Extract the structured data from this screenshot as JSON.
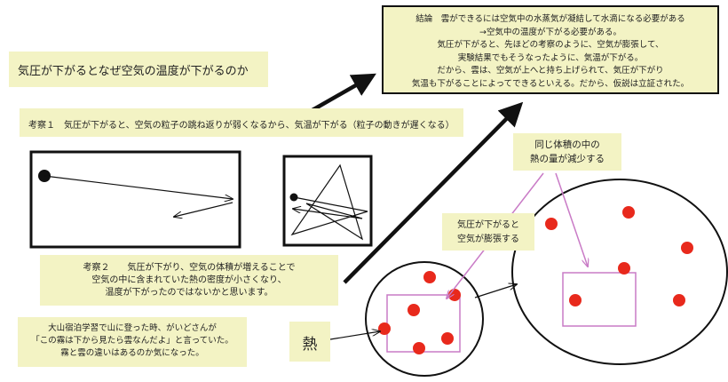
{
  "title": "気圧が下がるとなぜ空気の温度が下がるのか",
  "kousatsu1": "考察１　気圧が下がると、空気の粒子の跳ね返りが弱くなるから、気温が下がる（粒子の動きが遅くなる）",
  "kousatsu2": {
    "lines": [
      "考察２　　気圧が下がり、空気の体積が増えることで",
      "空気の中に含まれていた熱の密度が小さくなり、",
      "温度が下がったのではないかと思います。"
    ]
  },
  "memo": {
    "lines": [
      "大山宿泊学習で山に登った時、がいどさんが",
      "「この霧は下から見たら雲なんだよ」と言っていた。",
      "霧と雲の違いはあるのか気になった。"
    ]
  },
  "heat_label": "熱",
  "conclusion": {
    "lines": [
      "結論　雲ができるには空気中の水蒸気が凝結して水滴になる必要がある",
      "→空気中の温度が下がる必要がある。",
      "気圧が下がると、先ほどの考察のように、空気が膨張して、",
      "実験結果でもそうなったように、気温が下がる。",
      "だから、雲は、空気が上へと持ち上げられて、気圧が下がり",
      "気温も下がることによってできるといえる。だから、仮説は立証された。"
    ]
  },
  "callout_volume": {
    "lines": [
      "同じ体積の中の",
      "熱の量が減少する"
    ]
  },
  "callout_expand": {
    "lines": [
      "気圧が下がると",
      "空気が膨張する"
    ]
  },
  "colors": {
    "note_background": "#f3f3c4",
    "particle": "#e8291c",
    "callout_line": "#c97bc6",
    "stroke": "#111111"
  }
}
